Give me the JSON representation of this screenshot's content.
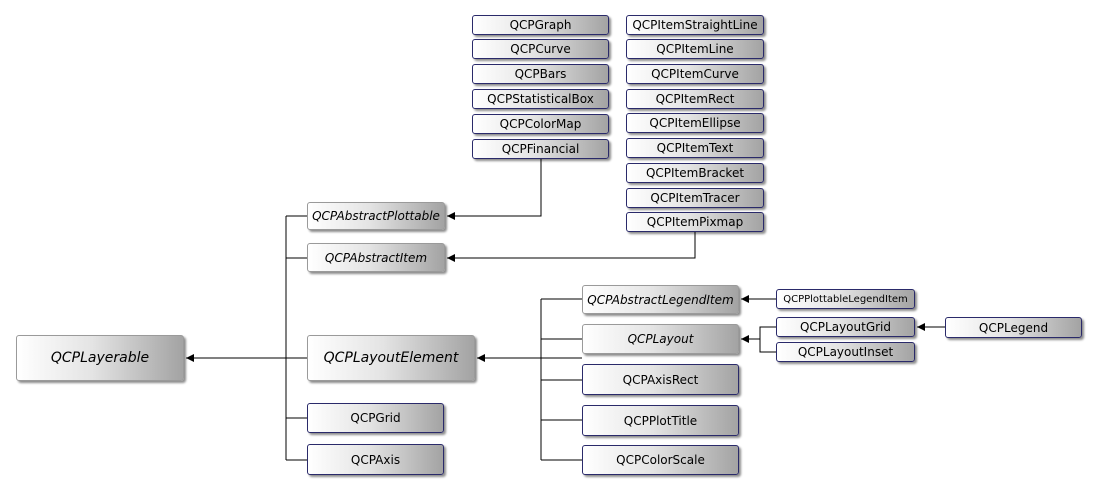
{
  "diagram": {
    "nodes": [
      {
        "id": "graph",
        "label": "QCPGraph",
        "abstract": false
      },
      {
        "id": "curve",
        "label": "QCPCurve",
        "abstract": false
      },
      {
        "id": "bars",
        "label": "QCPBars",
        "abstract": false
      },
      {
        "id": "statbox",
        "label": "QCPStatisticalBox",
        "abstract": false
      },
      {
        "id": "colormap",
        "label": "QCPColorMap",
        "abstract": false
      },
      {
        "id": "financial",
        "label": "QCPFinancial",
        "abstract": false
      },
      {
        "id": "straightline",
        "label": "QCPItemStraightLine",
        "abstract": false
      },
      {
        "id": "itemline",
        "label": "QCPItemLine",
        "abstract": false
      },
      {
        "id": "itemcurve",
        "label": "QCPItemCurve",
        "abstract": false
      },
      {
        "id": "itemrect",
        "label": "QCPItemRect",
        "abstract": false
      },
      {
        "id": "itemellipse",
        "label": "QCPItemEllipse",
        "abstract": false
      },
      {
        "id": "itemtext",
        "label": "QCPItemText",
        "abstract": false
      },
      {
        "id": "itembracket",
        "label": "QCPItemBracket",
        "abstract": false
      },
      {
        "id": "itemtracer",
        "label": "QCPItemTracer",
        "abstract": false
      },
      {
        "id": "itempixmap",
        "label": "QCPItemPixmap",
        "abstract": false
      },
      {
        "id": "absplottable",
        "label": "QCPAbstractPlottable",
        "abstract": true
      },
      {
        "id": "absitem",
        "label": "QCPAbstractItem",
        "abstract": true
      },
      {
        "id": "layerable",
        "label": "QCPLayerable",
        "abstract": true
      },
      {
        "id": "layoutelement",
        "label": "QCPLayoutElement",
        "abstract": true
      },
      {
        "id": "grid",
        "label": "QCPGrid",
        "abstract": false
      },
      {
        "id": "axis",
        "label": "QCPAxis",
        "abstract": false
      },
      {
        "id": "abslegenditem",
        "label": "QCPAbstractLegendItem",
        "abstract": true
      },
      {
        "id": "layout",
        "label": "QCPLayout",
        "abstract": true
      },
      {
        "id": "axisrect",
        "label": "QCPAxisRect",
        "abstract": false
      },
      {
        "id": "plottitle",
        "label": "QCPPlotTitle",
        "abstract": false
      },
      {
        "id": "colorscale",
        "label": "QCPColorScale",
        "abstract": false
      },
      {
        "id": "plottablelegenditem",
        "label": "QCPPlottableLegendItem",
        "abstract": false
      },
      {
        "id": "layoutgrid",
        "label": "QCPLayoutGrid",
        "abstract": false
      },
      {
        "id": "layoutinset",
        "label": "QCPLayoutInset",
        "abstract": false
      },
      {
        "id": "legend",
        "label": "QCPLegend",
        "abstract": false
      }
    ],
    "edges": [
      {
        "from": "financial",
        "to": "absplottable"
      },
      {
        "from": "itempixmap",
        "to": "absitem"
      },
      {
        "from": "absplottable",
        "to": "layerable"
      },
      {
        "from": "absitem",
        "to": "layerable"
      },
      {
        "from": "layoutelement",
        "to": "layerable"
      },
      {
        "from": "grid",
        "to": "layerable"
      },
      {
        "from": "axis",
        "to": "layerable"
      },
      {
        "from": "abslegenditem",
        "to": "layoutelement"
      },
      {
        "from": "layout",
        "to": "layoutelement"
      },
      {
        "from": "axisrect",
        "to": "layoutelement"
      },
      {
        "from": "plottitle",
        "to": "layoutelement"
      },
      {
        "from": "colorscale",
        "to": "layoutelement"
      },
      {
        "from": "plottablelegenditem",
        "to": "abslegenditem"
      },
      {
        "from": "layoutgrid",
        "to": "layout"
      },
      {
        "from": "layoutinset",
        "to": "layout"
      },
      {
        "from": "legend",
        "to": "layoutgrid"
      }
    ]
  }
}
